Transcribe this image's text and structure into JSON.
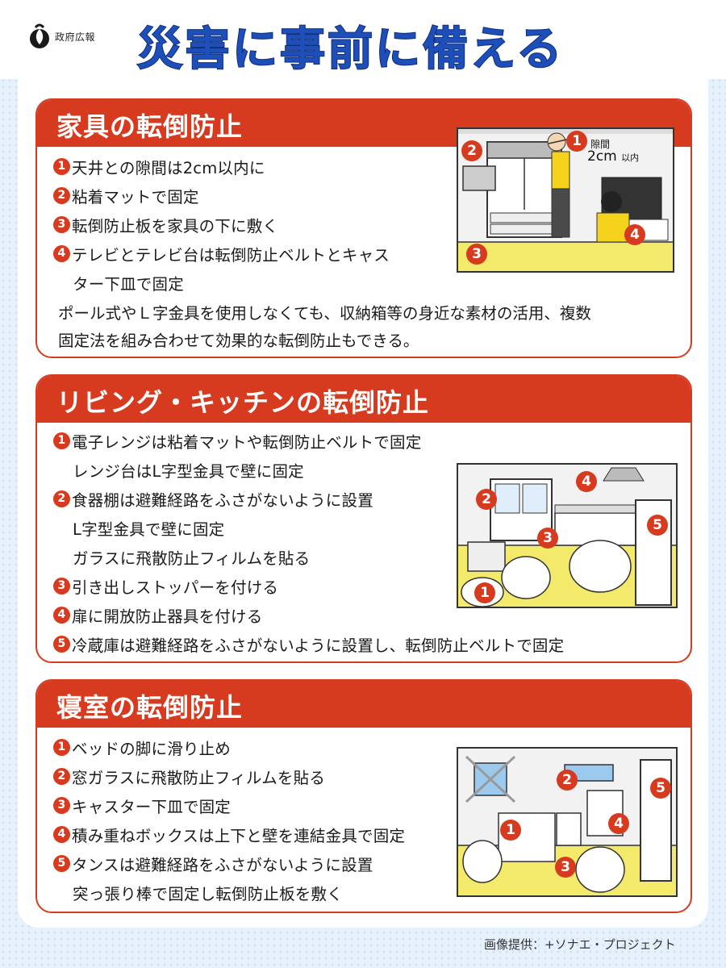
{
  "header": {
    "logo_text": "政府広報",
    "title": "災害に事前に備える"
  },
  "sections": [
    {
      "title": "家具の転倒防止",
      "items": [
        {
          "num": "1",
          "text": "天井との隙間は2cm以内に"
        },
        {
          "num": "2",
          "text": "粘着マットで固定"
        },
        {
          "num": "3",
          "text": "転倒防止板を家具の下に敷く"
        },
        {
          "num": "4",
          "text": "テレビとテレビ台は転倒防止ベルトとキャス"
        },
        {
          "num": "",
          "text": "ター下皿で固定"
        }
      ],
      "note": [
        "ポール式やＬ字金具を使用しなくても、収納箱等の身近な素材の活用、複数",
        "固定法を組み合わせて効果的な転倒防止もできる。"
      ],
      "illustration": {
        "labels": [
          "1",
          "2",
          "3",
          "4"
        ],
        "gap_label": "隙間",
        "gap_value": "2cm",
        "gap_unit": "以内"
      }
    },
    {
      "title": "リビング・キッチンの転倒防止",
      "items": [
        {
          "num": "1",
          "text": "電子レンジは粘着マットや転倒防止ベルトで固定"
        },
        {
          "num": "",
          "text": "レンジ台はL字型金具で壁に固定"
        },
        {
          "num": "2",
          "text": "食器棚は避難経路をふさがないように設置"
        },
        {
          "num": "",
          "text": "L字型金具で壁に固定"
        },
        {
          "num": "",
          "text": "ガラスに飛散防止フィルムを貼る"
        },
        {
          "num": "3",
          "text": "引き出しストッパーを付ける"
        },
        {
          "num": "4",
          "text": "扉に開放防止器具を付ける"
        },
        {
          "num": "5",
          "text": "冷蔵庫は避難経路をふさがないように設置し、転倒防止ベルトで固定"
        }
      ],
      "illustration": {
        "labels": [
          "1",
          "2",
          "3",
          "4",
          "5"
        ]
      }
    },
    {
      "title": "寝室の転倒防止",
      "items": [
        {
          "num": "1",
          "text": "ベッドの脚に滑り止め"
        },
        {
          "num": "2",
          "text": "窓ガラスに飛散防止フィルムを貼る"
        },
        {
          "num": "3",
          "text": "キャスター下皿で固定"
        },
        {
          "num": "4",
          "text": "積み重ねボックスは上下と壁を連結金具で固定"
        },
        {
          "num": "5",
          "text": "タンスは避難経路をふさがないように設置"
        },
        {
          "num": "",
          "text": "突っ張り棒で固定し転倒防止板を敷く"
        }
      ],
      "illustration": {
        "labels": [
          "1",
          "2",
          "3",
          "4",
          "5"
        ]
      }
    }
  ],
  "footer": {
    "credit": "画像提供：+ソナエ・プロジェクト"
  },
  "colors": {
    "accent": "#d63a1f",
    "title_blue": "#1e4fb8",
    "background": "#e6f1fb"
  }
}
